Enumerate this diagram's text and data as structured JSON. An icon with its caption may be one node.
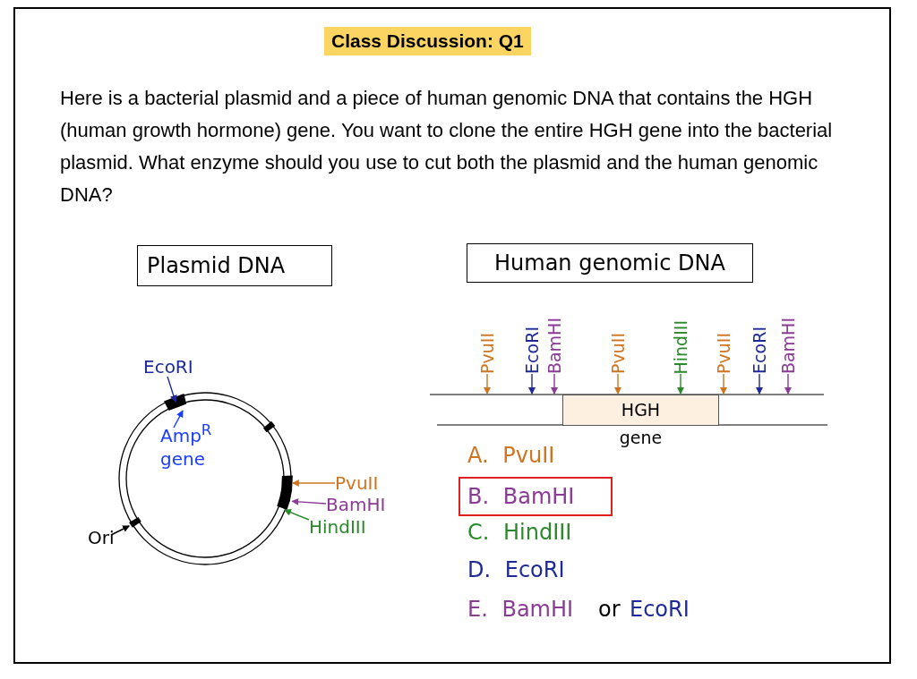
{
  "diagram": {
    "title": "Class Discussion: Q1",
    "nodes": [
      {
        "text": [
          "Plasmid DNA"
        ]
      },
      {
        "text": [
          "Human genomic DNA"
        ]
      },
      {
        "text": [
          "EcoRI"
        ]
      },
      {
        "text": [
          "Amp$^{R}$ gene"
        ]
      },
      {
        "text": [
          "PvuII"
        ]
      },
      {
        "text": [
          "BamHI"
        ]
      },
      {
        "text": [
          "HindIII"
        ]
      },
      {
        "text": [
          "Ori"
        ]
      },
      {
        "text": [
          "HGH",
          "gene"
        ]
      },
      {
        "text": [
          "PvuII"
        ]
      },
      {
        "text": [
          "EcoRI"
        ]
      },
      {
        "text": [
          "BamHI"
        ]
      },
      {
        "text": [
          "PvuII"
        ]
      },
      {
        "text": [
          "HindIII"
        ]
      },
      {
        "text": [
          "PvuII"
        ]
      },
      {
        "text": [
          "EcoRI"
        ]
      },
      {
        "text": [
          "BamHI"
        ]
      },
      {
        "text": [
          "B. BamHI"
        ]
      },
      {
        "text": [],
        "shape": "bar"
      },
      {
        "text": [],
        "shape": "bar"
      },
      {
        "text": [],
        "shape": "bar"
      },
      {
        "text": [],
        "shape": "bar"
      },
      {
        "text": [],
        "shape": "bar"
      }
    ],
    "edges": [
      {
        "from": 2,
        "to": 18,
        "arrow": "to",
        "color": "#1f2a9a"
      },
      {
        "from": 3,
        "to": 18,
        "arrow": "to",
        "color": "#1a3cff"
      },
      {
        "from": 4,
        "to": 19,
        "arrow": "to",
        "color": "#d07420"
      },
      {
        "from": 5,
        "to": 20,
        "arrow": "to",
        "color": "#8b3a96"
      },
      {
        "from": 6,
        "to": 21,
        "arrow": "to",
        "color": "#2a8a2a"
      },
      {
        "from": 7,
        "to": 22,
        "arrow": "to",
        "color": "#000000"
      },
      {
        "from": 9,
        "to": null,
        "arrow": "to",
        "color": "#d07420"
      },
      {
        "from": 10,
        "to": null,
        "arrow": "to",
        "color": "#1f2a9a"
      },
      {
        "from": 11,
        "to": null,
        "arrow": "to",
        "color": "#8b3a96"
      },
      {
        "from": 12,
        "to": null,
        "arrow": "to",
        "color": "#d07420"
      },
      {
        "from": 13,
        "to": null,
        "arrow": "to",
        "color": "#2a8a2a"
      },
      {
        "from": 14,
        "to": null,
        "arrow": "to",
        "color": "#d07420"
      },
      {
        "from": 15,
        "to": null,
        "arrow": "to",
        "color": "#1f2a9a"
      },
      {
        "from": 16,
        "to": null,
        "arrow": "to",
        "color": "#8b3a96"
      }
    ],
    "labels": [
      "Here is a bacterial plasmid and a piece of human genomic DNA that contains the HGH (human growth hormone) gene.  You want to clone the entire HGH gene into the bacterial plasmid.  What enzyme should you use to cut both the plasmid and the human genomic DNA?",
      "A. PvuII",
      "C. HindIII",
      "D. EcoRI",
      "E. BamHI",
      "or",
      "EcoRI"
    ]
  }
}
